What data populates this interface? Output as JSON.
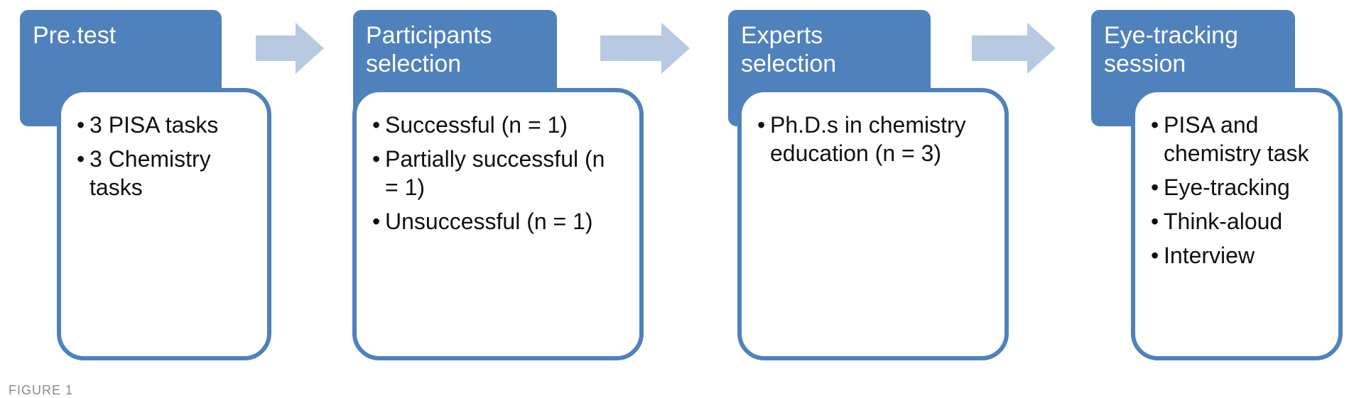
{
  "colors": {
    "header_fill": "#4f81bd",
    "card_border": "#4f81bd",
    "arrow_fill": "#b8c9e2",
    "text": "#111111"
  },
  "steps": [
    {
      "title": "Pre.test",
      "items": [
        "3 PISA tasks",
        "3 Chemistry tasks"
      ]
    },
    {
      "title": "Participants selection",
      "items": [
        "Successful (n = 1)",
        "Partially successful (n = 1)",
        "Unsuccessful (n = 1)"
      ]
    },
    {
      "title": "Experts selection",
      "items": [
        "Ph.D.s in chemistry education (n = 3)"
      ]
    },
    {
      "title": "Eye-tracking session",
      "items": [
        "PISA and chemistry task",
        "Eye-tracking",
        "Think-aloud",
        "Interview"
      ]
    }
  ],
  "caption": "FIGURE 1"
}
